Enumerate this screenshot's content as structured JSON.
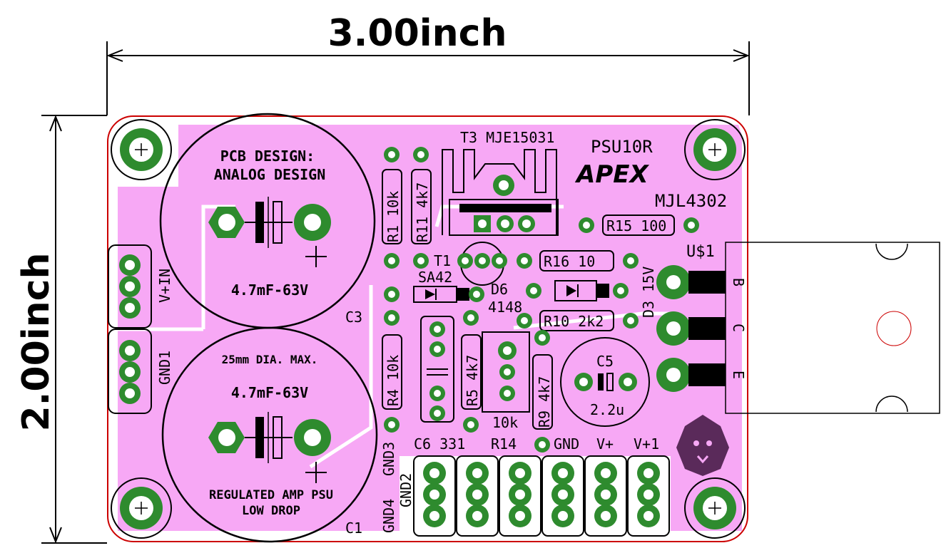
{
  "dimensions": {
    "width_label": "3.00inch",
    "height_label": "2.00inch"
  },
  "board": {
    "title": "PSU10R",
    "logo": "APEX",
    "transistor_label": "MJL4302",
    "header_text_1": "PCB DESIGN:",
    "header_text_2": "ANALOG DESIGN",
    "c3_value": "4.7mF-63V",
    "c1_value": "4.7mF-63V",
    "c1_note": "25mm DIA. MAX.",
    "footer_1": "REGULATED AMP PSU",
    "footer_2": "LOW DROP",
    "c3_name": "C3",
    "c1_name": "C1"
  },
  "components": {
    "r1": "R1 10k",
    "r11": "R11 4k7",
    "t3": "T3 MJE15031",
    "r15": "R15 100",
    "r16": "R16 10",
    "t1": "T1",
    "sa42": "SA42",
    "d6": "D6",
    "d6_val": "4148",
    "d3": "D3 15V",
    "r10": "R10 2k2",
    "r4": "R4 10k",
    "r5": "R5 4k7",
    "r9": "R9 4k7",
    "r14_val": "10k",
    "c5": "C5",
    "c5_val": "2.2u",
    "u1": "U$1",
    "pin_b": "B",
    "pin_c": "C",
    "pin_e": "E"
  },
  "connectors": {
    "vin": "V+IN",
    "gnd1": "GND1",
    "c6": "C6 331",
    "r14": "R14",
    "gnd": "GND",
    "vplus": "V+",
    "vplus1": "V+1",
    "gnd3": "GND3",
    "gnd4": "GND4",
    "gnd2": "GND2"
  },
  "colors": {
    "board_fill": "#f7a8f5",
    "copper_green": "#2e8b2e",
    "outline": "#cc0000",
    "silk": "#000000",
    "pad_hole": "#ffffff"
  }
}
